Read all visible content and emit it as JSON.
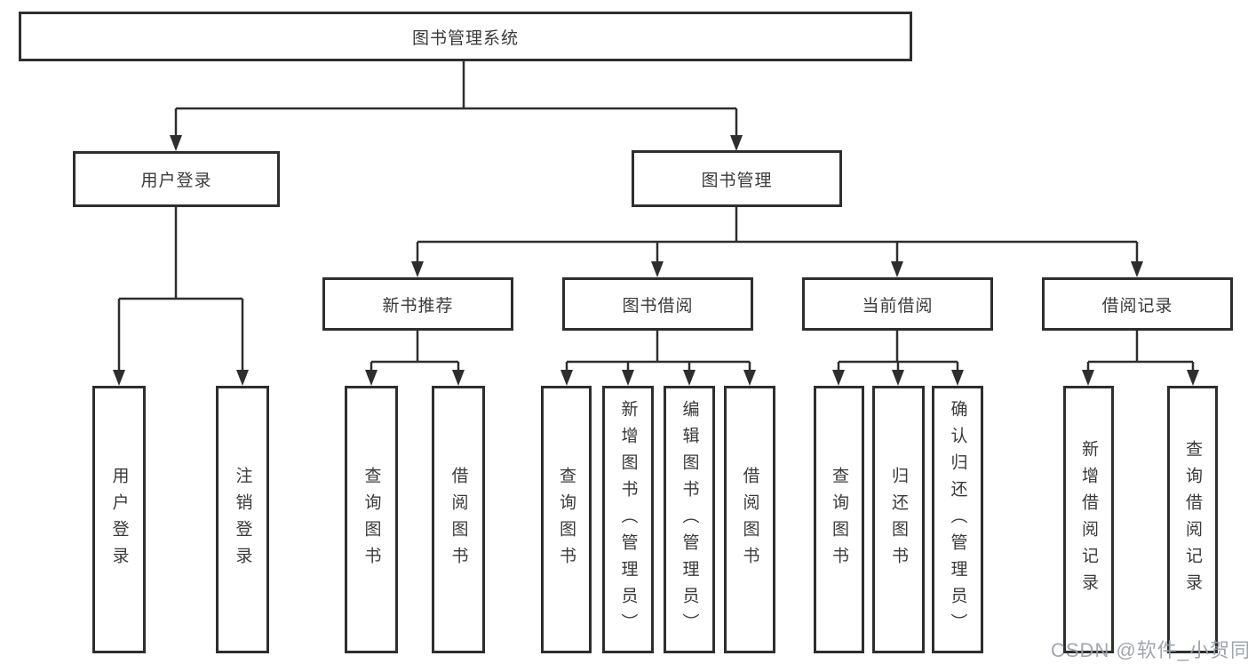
{
  "tree": {
    "root": {
      "label": "图书管理系统"
    },
    "branches": [
      {
        "label": "用户登录",
        "children": [
          {
            "label": "用户登录"
          },
          {
            "label": "注销登录"
          }
        ]
      },
      {
        "label": "图书管理",
        "children": [
          {
            "label": "新书推荐",
            "children": [
              {
                "label": "查询图书"
              },
              {
                "label": "借阅图书"
              }
            ]
          },
          {
            "label": "图书借阅",
            "children": [
              {
                "label": "查询图书"
              },
              {
                "label": "新增图书（管理员）"
              },
              {
                "label": "编辑图书（管理员）"
              },
              {
                "label": "借阅图书"
              }
            ]
          },
          {
            "label": "当前借阅",
            "children": [
              {
                "label": "查询图书"
              },
              {
                "label": "归还图书"
              },
              {
                "label": "确认归还（管理员）"
              }
            ]
          },
          {
            "label": "借阅记录",
            "children": [
              {
                "label": "新增借阅记录"
              },
              {
                "label": "查询借阅记录"
              }
            ]
          }
        ]
      }
    ]
  },
  "watermark": "CSDN @软件_小贺同学",
  "colors": {
    "line": "#2e2e2e",
    "box_border": "#2e2e2e",
    "text": "#3a3a3a",
    "watermark": "#999fa7",
    "background": "#ffffff"
  }
}
